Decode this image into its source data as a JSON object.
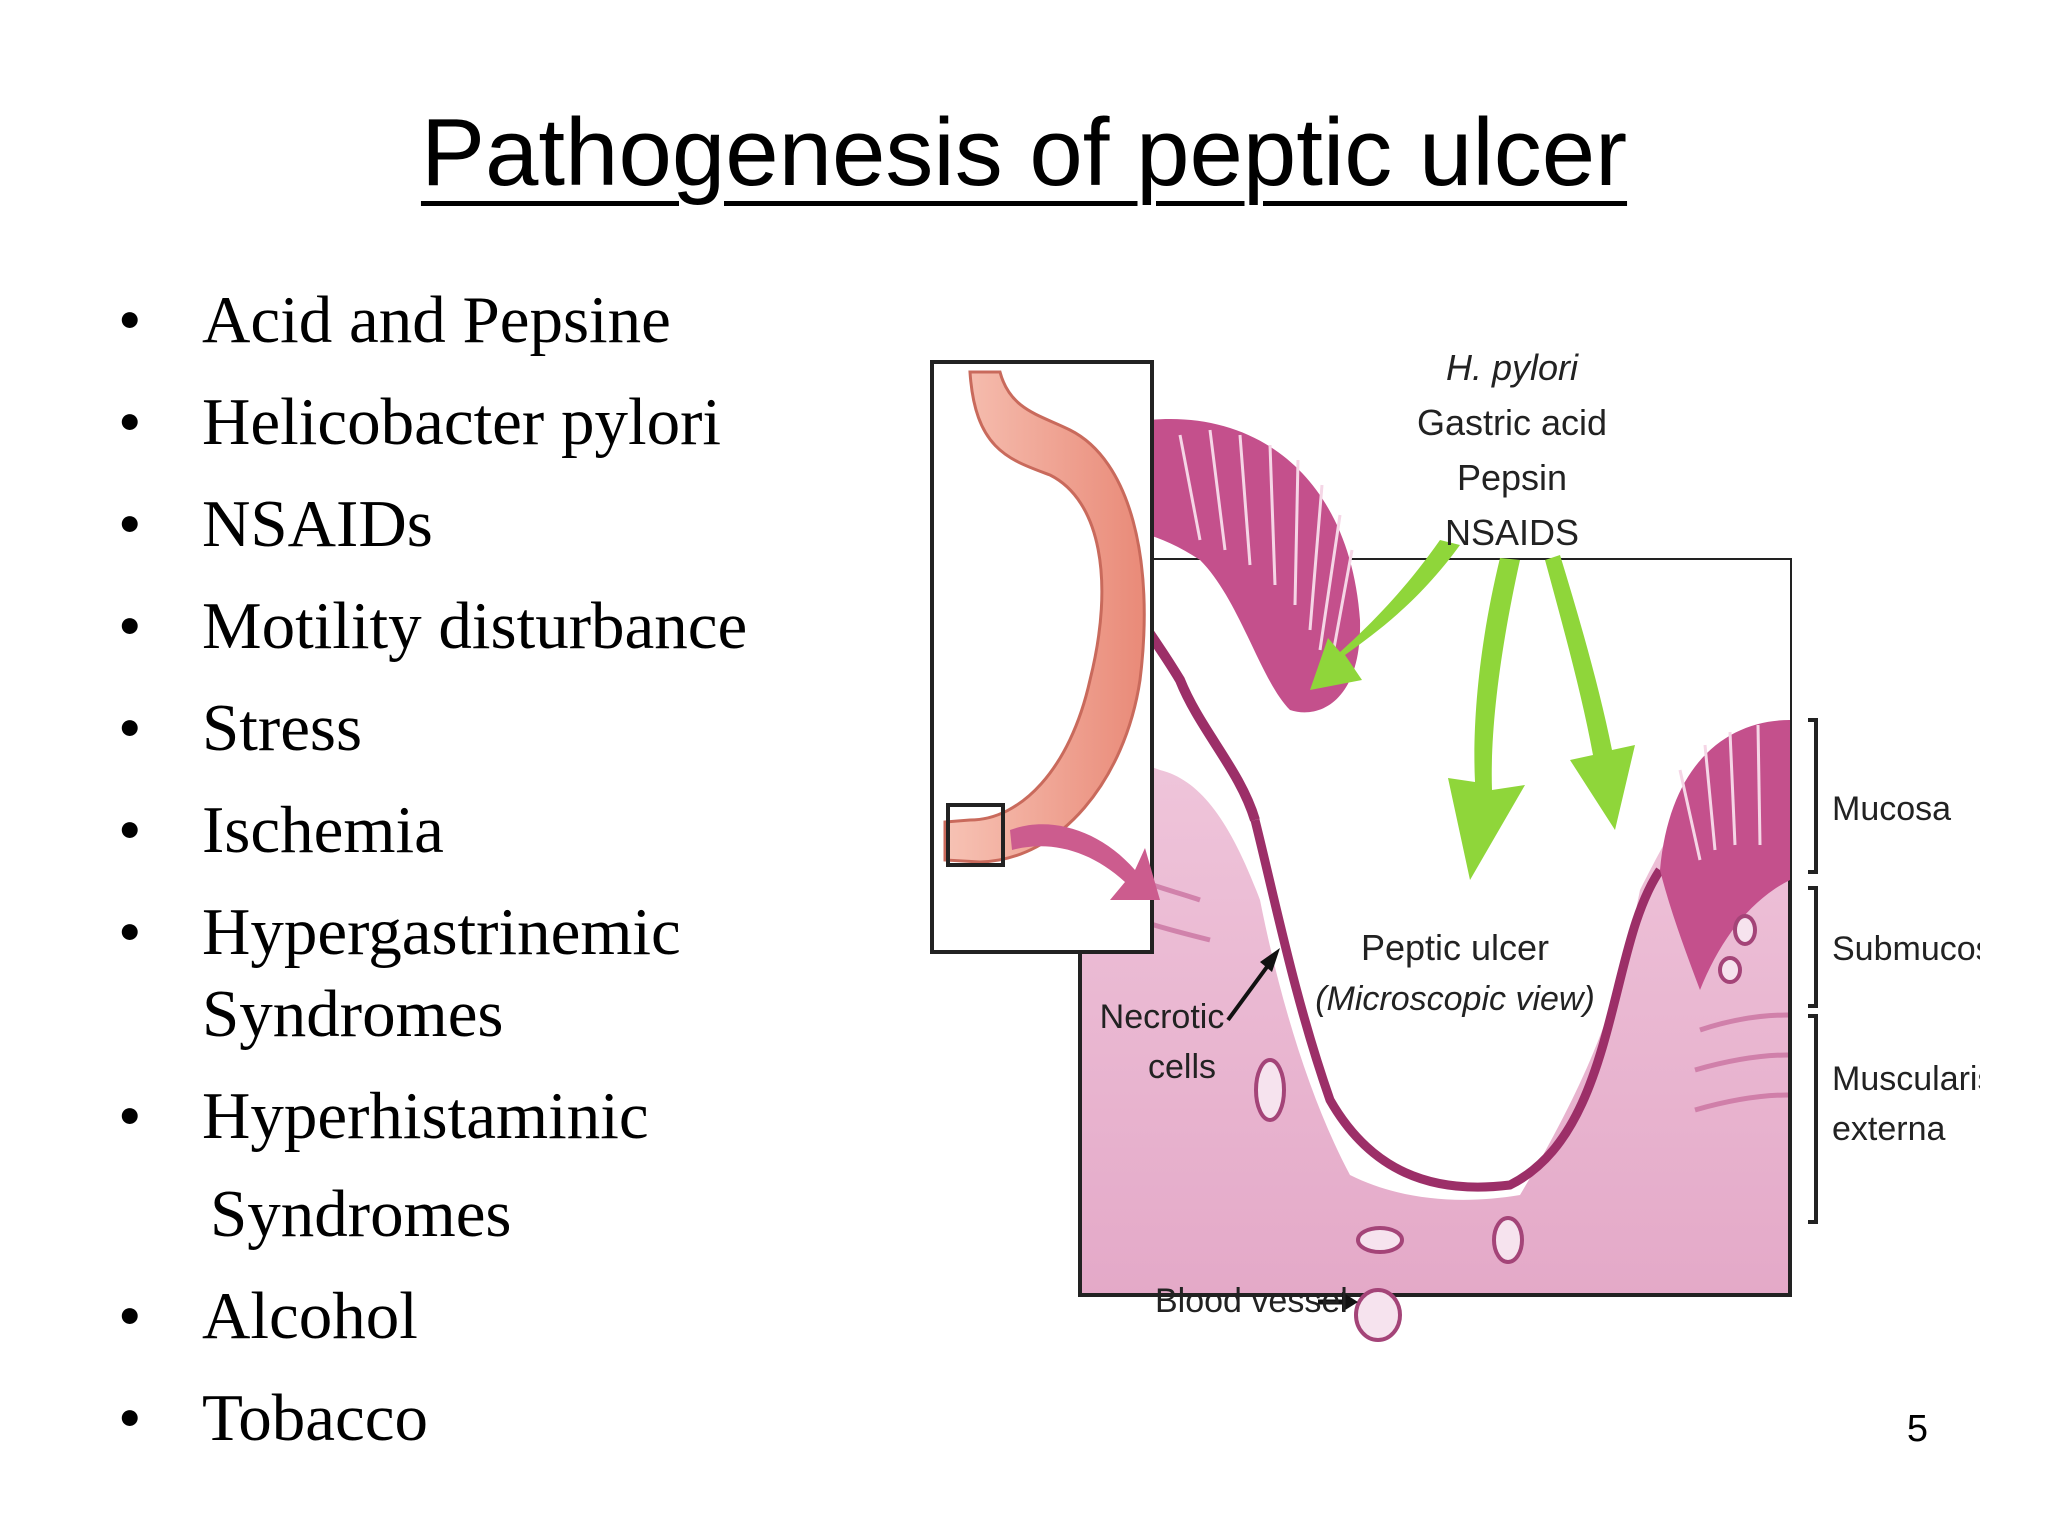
{
  "slide": {
    "title": "Pathogenesis of peptic ulcer",
    "page_number": "5"
  },
  "bullets": [
    "Acid and Pepsine",
    "Helicobacter pylori",
    "NSAIDs",
    "Motility disturbance",
    "Stress",
    "Ischemia",
    "Hypergastrinemic",
    "Syndromes",
    "Hyperhistaminic",
    "Syndromes",
    "Alcohol",
    "Tobacco"
  ],
  "figure": {
    "causes": [
      "H. pylori",
      "Gastric acid",
      "Pepsin",
      "NSAIDS"
    ],
    "ulcer_label": "Peptic ulcer",
    "ulcer_sublabel": "(Microscopic view)",
    "necrotic_label_1": "Necrotic",
    "necrotic_label_2": "cells",
    "blood_vessel_label": "Blood vessel",
    "layers": {
      "mucosa": "Mucosa",
      "submucosa": "Submucosa",
      "muscularis_1": "Muscularis",
      "muscularis_2": "externa"
    },
    "colors": {
      "tissue": "#e9b6d1",
      "mucosa": "#c4508c",
      "arrow_green": "#8fd63a",
      "stomach": "#f0a08f"
    }
  }
}
